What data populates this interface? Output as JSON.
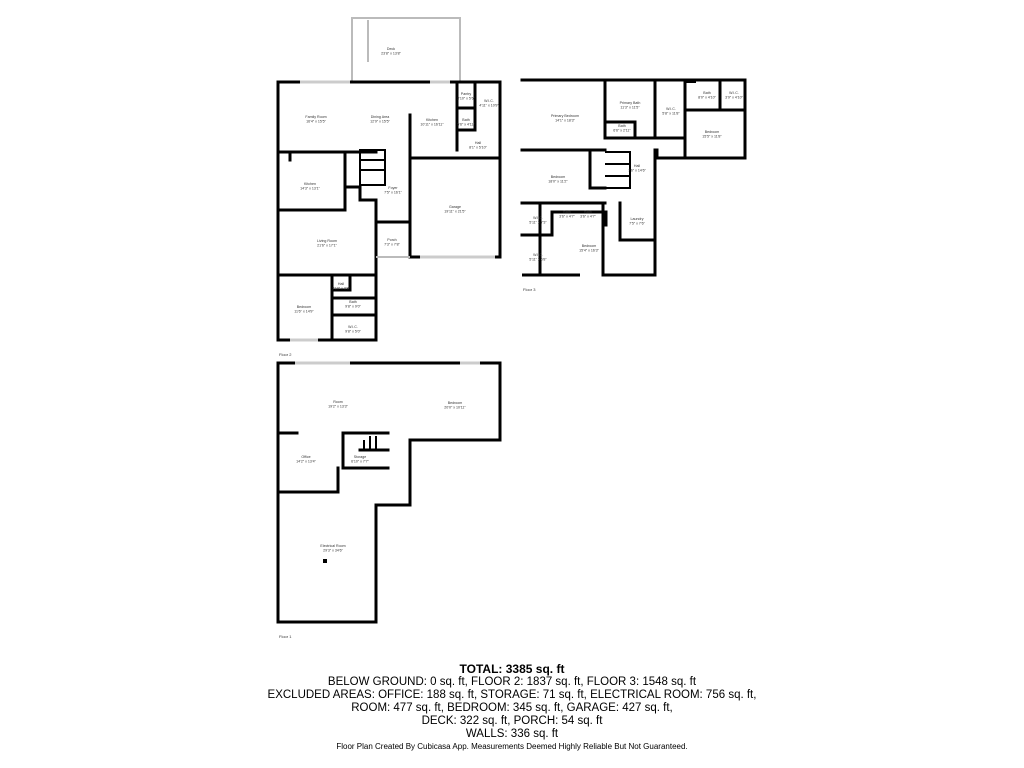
{
  "floors": {
    "floor2": {
      "label": "Floor 2",
      "rooms": [
        {
          "name": "Deck",
          "dims": "23'8\" x 13'8\""
        },
        {
          "name": "Family Room",
          "dims": "16'4\" x 15'5\""
        },
        {
          "name": "Dining Area",
          "dims": "12'9\" x 15'5\""
        },
        {
          "name": "Kitchen",
          "dims": "10'11\" x 16'11\""
        },
        {
          "name": "Pantry",
          "dims": "3'10\" x 5'6\""
        },
        {
          "name": "W.I.C.",
          "dims": "4'11\" x 10'9\""
        },
        {
          "name": "Bath",
          "dims": "5'6\" x 4'11\""
        },
        {
          "name": "Hall",
          "dims": "8'1\" x 5'10\""
        },
        {
          "name": "Kitchen",
          "dims": "14'3\" x 13'1\""
        },
        {
          "name": "Foyer",
          "dims": "7'5\" x 16'1\""
        },
        {
          "name": "Garage",
          "dims": "19'11\" x 21'5\""
        },
        {
          "name": "Living Room",
          "dims": "21'6\" x 17'1\""
        },
        {
          "name": "Porch",
          "dims": "7'3\" x 7'8\""
        },
        {
          "name": "Hall",
          "dims": "3'10\" x 3'8\""
        },
        {
          "name": "Bedroom",
          "dims": "11'6\" x 14'9\""
        },
        {
          "name": "Bath",
          "dims": "9'8\" x 9'0\""
        },
        {
          "name": "W.I.C.",
          "dims": "9'8\" x 5'0\""
        }
      ]
    },
    "floor3": {
      "label": "Floor 3",
      "rooms": [
        {
          "name": "Primary Bedroom",
          "dims": "14'1\" x 18'3\""
        },
        {
          "name": "Primary Bath",
          "dims": "11'3\" x 11'5\""
        },
        {
          "name": "Bath",
          "dims": "6'6\" x 2'11\""
        },
        {
          "name": "W.I.C.",
          "dims": "5'8\" x 11'8\""
        },
        {
          "name": "Bath",
          "dims": "8'0\" x 4'10\""
        },
        {
          "name": "W.I.C.",
          "dims": "3'9\" x 4'10\""
        },
        {
          "name": "Bedroom",
          "dims": "15'5\" x 11'8\""
        },
        {
          "name": "Hall",
          "dims": "7'6\" x 14'6\""
        },
        {
          "name": "Bedroom",
          "dims": "18'0\" x 11'2\""
        },
        {
          "name": "W.I.C.",
          "dims": "5'11\" x 7'3\""
        },
        {
          "name": "Bath",
          "dims": "3'6\" x 4'7\""
        },
        {
          "name": "Bath",
          "dims": "3'6\" x 4'7\""
        },
        {
          "name": "Laundry",
          "dims": "7'5\" x 7'6\""
        },
        {
          "name": "Bedroom",
          "dims": "15'4\" x 16'3\""
        },
        {
          "name": "W.I.C.",
          "dims": "5'11\" x 6'8\""
        }
      ]
    },
    "floor1": {
      "label": "Floor 1",
      "rooms": [
        {
          "name": "Room",
          "dims": "19'2\" x 13'3\""
        },
        {
          "name": "Bedroom",
          "dims": "20'0\" x 10'11\""
        },
        {
          "name": "Office",
          "dims": "14'2\" x 13'4\""
        },
        {
          "name": "Storage",
          "dims": "6'10\" x 7'7\""
        },
        {
          "name": "Electrical Room",
          "dims": "29'3\" x 34'6\""
        }
      ]
    }
  },
  "summary": {
    "total": "TOTAL: 3385 sq. ft",
    "lines": [
      "BELOW GROUND: 0 sq. ft, FLOOR 2: 1837 sq. ft, FLOOR 3: 1548 sq. ft",
      "EXCLUDED AREAS: OFFICE: 188 sq. ft, STORAGE: 71 sq. ft, ELECTRICAL ROOM: 756 sq. ft,",
      "ROOM: 477 sq. ft, BEDROOM: 345 sq. ft, GARAGE: 427 sq. ft,",
      "DECK: 322 sq. ft, PORCH: 54 sq. ft",
      "WALLS: 336 sq. ft"
    ]
  },
  "footer": "Floor Plan Created By Cubicasa App. Measurements Deemed Highly Reliable But Not Guaranteed."
}
